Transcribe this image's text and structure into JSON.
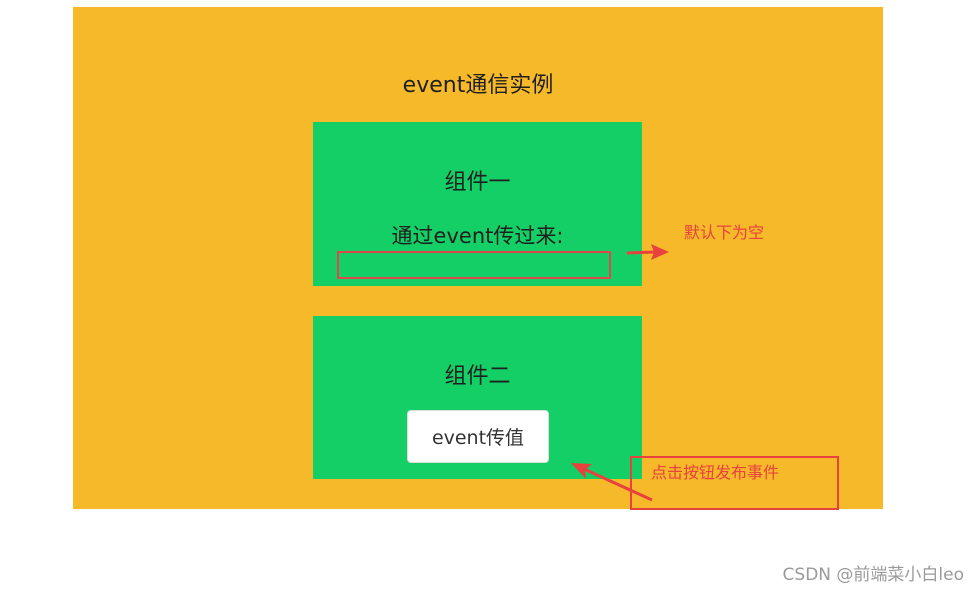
{
  "app": {
    "title": "event通信实例"
  },
  "component_one": {
    "title": "组件一",
    "received_label": "通过event传过来:",
    "received_value": ""
  },
  "component_two": {
    "title": "组件二",
    "button_label": "event传值"
  },
  "annotations": {
    "default_empty": "默认下为空",
    "click_publish": "点击按钮发布事件",
    "color": "#e8423f"
  },
  "colors": {
    "app_background": "#f5b92a",
    "component_background": "#13cf66"
  },
  "watermark": "CSDN @前端菜小白leo"
}
